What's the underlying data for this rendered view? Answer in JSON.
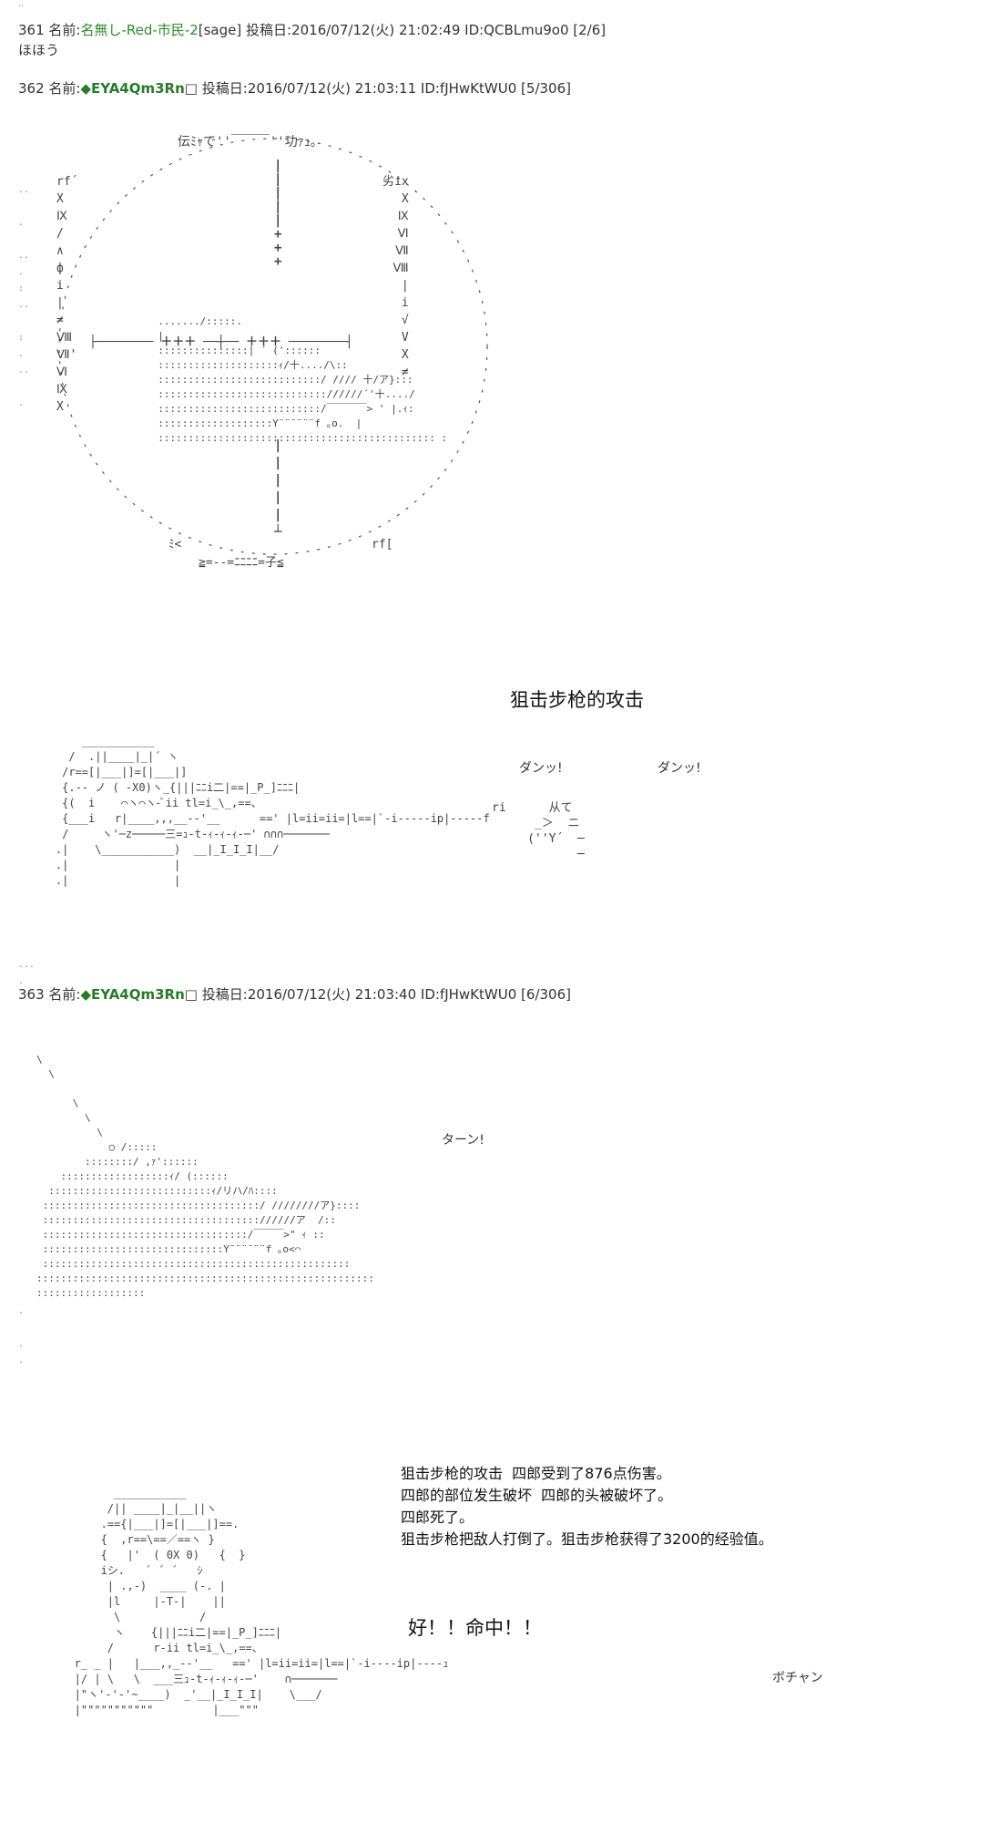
{
  "posts": [
    {
      "number": "361",
      "name_label": "名前:",
      "name": "名無し-Red-市民-2",
      "mail": "[sage]",
      "date_label": "投稿日:",
      "date": "2016/07/12(火) 21:02:49",
      "id": "ID:QCBLmu9o0",
      "count": "[2/6]",
      "text": "ほほう"
    },
    {
      "number": "362",
      "name_label": "名前:",
      "trip": "◆EYA4Qm3Rn",
      "box": "□",
      "date_label": "投稿日:",
      "date": "2016/07/12(火) 21:03:11",
      "id": "ID:fJHwKtWU0",
      "count": "[5/306]"
    },
    {
      "number": "363",
      "name_label": "名前:",
      "trip": "◆EYA4Qm3Rn",
      "box": "□",
      "date_label": "投稿日:",
      "date": "2016/07/12(火) 21:03:40",
      "id": "ID:fJHwKtWU0",
      "count": "[6/306]"
    }
  ],
  "scope_art": {
    "top_text": "伝ﾐｬで''￣￣￣''功ｧｭ。",
    "left_marks": "rf´\nX\nⅨ\n/\n∧\nф\ni\n|\n≠\nⅧ\nⅦ'\nⅥ\nⅨ\nX",
    "right_marks": "劣ix\nX\nⅨ\nⅥ\nⅦ\nⅧ\n|\ni\n√\nV\nX\n≠",
    "bottom_text": "≧=--=ﾆﾆﾆﾆ=子≦",
    "bottom_left": "ﾐ<",
    "bottom_right": "rf[",
    "cross_top": "|\n|\n|\n|\n|\n+\n+\n+",
    "cross_h": "├──────── ＋＋＋ ──┼── ＋＋＋ ────────┤",
    "cross_bottom": "|\n|\n|\n|\n|\n┴",
    "figure": "  ......./:::::.\n  |\n  :::::::::::::::| ´ ('::::::\n  ::::::::::::::::::::ｨ/十..../\\::\n  :::::::::::::::::::::::::::/ //// 十/ア}:::\n  :::::::::::::::::::::::::::://////´'十..../\n  :::::::::::::::::::::::::::/￣￣￣￣> ' |.ｨ:\n  :::::::::::::::::::Y¨¨¨¨¨¨f ｡o.  |\n  :::::::::::::::::::::::::::::::::::::::::::::: :"
  },
  "shot_art": {
    "title": "狙击步枪的攻击",
    "sfx_1": "ダンッ!",
    "sfx_2": "ダンッ!",
    "gunner": "        ___________\n      /  .||____|_|´ ヽ\n     /r==[|___|]=[|___|]\n     {.-- ノ ( -X0)ヽ_{|||ﾆﾆi二|==|_P_]ﾆﾆﾆ|\n     {(  i    ⌒ヽ⌒ヽ-ﾞii tl=i_\\_,==、\n     {___i   r|____,,,__--'__      ==' |l=ii=ii=|l==|`-i-----ip|-----f\n     /     ヽ'─z─────三=ｭ-t-ｨ-ｨ-ｨ-─' ∩∩∩───────\n    .|    \\___________)  __|_I_I_I|__/\n    .|                |\n    .|                |",
    "target": "ri      从て\n      _＞  ニ\n     (''Y´  ─\n            ─"
  },
  "hit_art": {
    "sfx": "ターン!",
    "lines": "\\\n  \\\n\n      \\\n        \\\n          \\\n            ○ /:::::\n        ::::::::/ ,ｧ'::::::\n    ::::::::::::::::::ｨ/ (::::::\n  :::::::::::::::::::::::::::ｨ/リハ/ﾊ::::\n ::::::::::::::::::::::::::::::::::::/ ////////ア}::::\n :::::::::::::::::::::::::::::::::::://////ア  /::\n ::::::::::::::::::::::::::::::::::/￣￣￣>\" ｨ ::\n ::::::::::::::::::::::::::::::Y¨¨¨¨¨¨f ｡o<⌒\n :::::::::::::::::::::::::::::::::::::::::::::::::::\n::::::::::::::::::::::::::::::::::::::::::::::::::::::::\n::::::::::::::::::"
  },
  "result": {
    "narration": "狙击步枪的攻击  四郎受到了876点伤害。\n四郎的部位发生破坏  四郎的头被破坏了。\n四郎死了。\n狙击步枪把敌人打倒了。狙击步枪获得了3200的经验值。",
    "shout": "好！！命中！！",
    "sfx": "ボチャン",
    "gunner": "         ___________\n        /|| ____|_|__||ヽ\n       .=={|___|]=[|___|]==.\n       {  ,r==\\==／==ヽ }\n       {   |'  ( 0X 0)   {  }\n       iシ.   ´ ´ ´   ｼ\n        | .,-)  ____ (-. |\n        |l     |-T-|    ||\n         \\            /\n         ヽ    {|||ﾆﾆi二|==|_P_]ﾆﾆﾆ|\n        /      r-ii tl=i_\\_,==、\n   r_ _ |   |___,,_--'__   ==' |l=ii=ii=|l==|`-i----ip|----ｭ\n   |/ | \\   \\  ___三ｭ-t-ｨ-ｨ-ｨ-─'    ∩───────\n   |\"ヽ'-'-'~____)  _'__|_I_I_I|    \\___/\n   |\"\"\"\"\"\"\"\"\"\"\"         |___\"\"\""
  },
  "margin_dots": {
    "scope": "..\n\n.\n\n..\n.\n:\n..\n\n:\n.\n..\n\n.",
    "shot": "...\n.",
    "hit": ".\n\n.\n.",
    "top": ".."
  }
}
